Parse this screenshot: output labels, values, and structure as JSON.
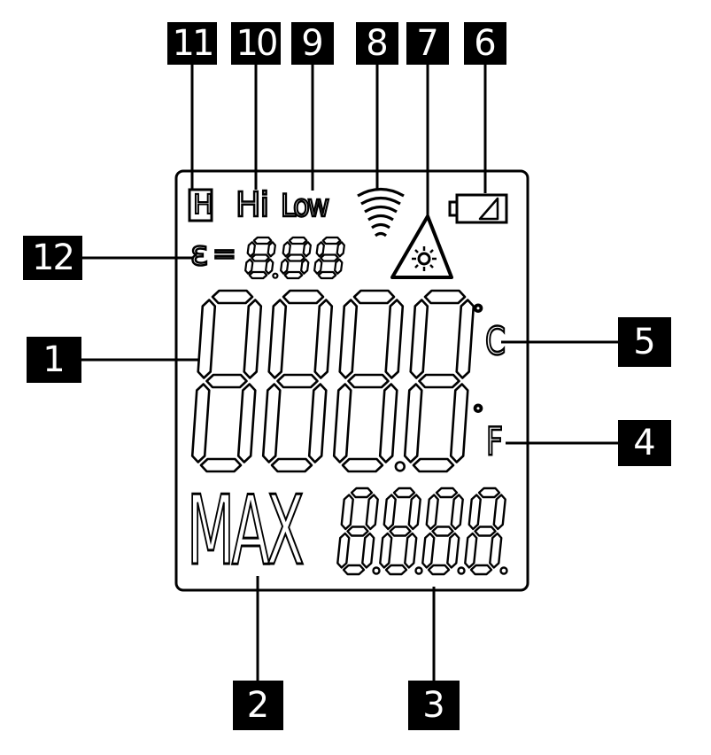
{
  "callouts": {
    "c1": "1",
    "c2": "2",
    "c3": "3",
    "c4": "4",
    "c5": "5",
    "c6": "6",
    "c7": "7",
    "c8": "8",
    "c9": "9",
    "c10": "10",
    "c11": "11",
    "c12": "12"
  },
  "lcd": {
    "hold_glyph": "H",
    "hi_label": "Hi",
    "low_label": "Low",
    "emissivity_symbol": "ε",
    "emissivity_equals": "=",
    "celsius_unit": "C",
    "fahrenheit_unit": "F",
    "degree_symbol": "°",
    "max_label": "MAX"
  },
  "icons": [
    "hold-icon",
    "signal-icon",
    "laser-warning-icon",
    "battery-icon"
  ]
}
